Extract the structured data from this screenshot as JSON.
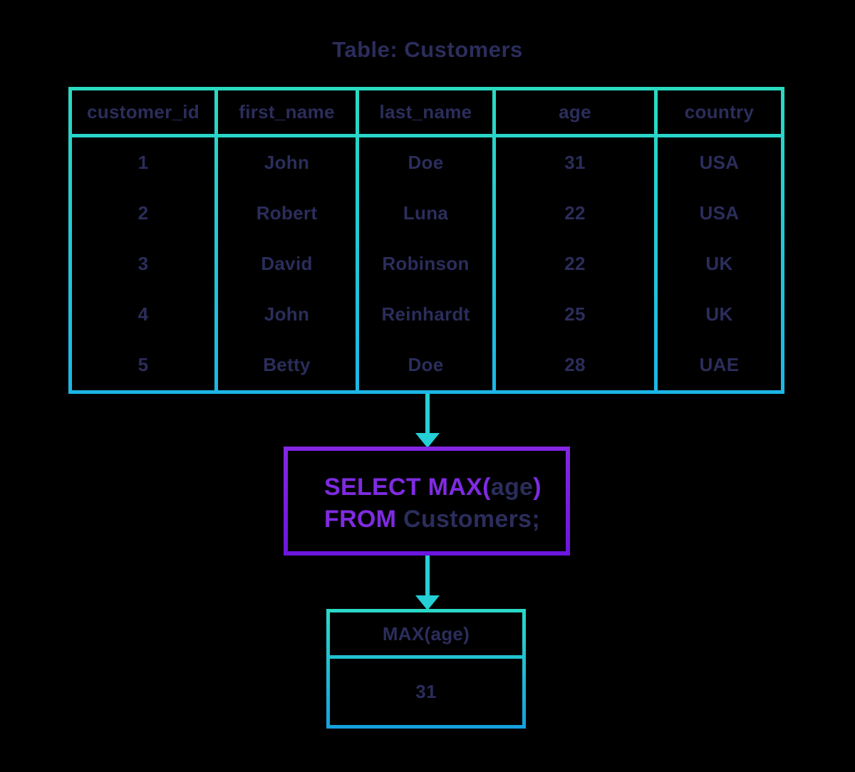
{
  "title": "Table: Customers",
  "table": {
    "columns": [
      "customer_id",
      "first_name",
      "last_name",
      "age",
      "country"
    ],
    "rows": [
      [
        "1",
        "John",
        "Doe",
        "31",
        "USA"
      ],
      [
        "2",
        "Robert",
        "Luna",
        "22",
        "USA"
      ],
      [
        "3",
        "David",
        "Robinson",
        "22",
        "UK"
      ],
      [
        "4",
        "John",
        "Reinhardt",
        "25",
        "UK"
      ],
      [
        "5",
        "Betty",
        "Doe",
        "28",
        "UAE"
      ]
    ]
  },
  "query": {
    "lines": [
      [
        {
          "text": "SELECT MAX(",
          "style": "keyword"
        },
        {
          "text": "age",
          "style": "plain"
        },
        {
          "text": ")",
          "style": "keyword"
        }
      ],
      [
        {
          "text": "FROM ",
          "style": "keyword"
        },
        {
          "text": "Customers;",
          "style": "plain"
        }
      ]
    ]
  },
  "result": {
    "header": "MAX(age)",
    "value": "31"
  },
  "colors": {
    "background": "#000000",
    "text_navy": "#2B2D5B",
    "keyword_purple": "#7F2BE0",
    "table_border_top": "#2ADBC2",
    "table_border_bottom": "#1CB6E8",
    "query_border_top": "#8527E2",
    "query_border_bottom": "#6C15DF",
    "result_border_top": "#2BD9C6",
    "result_border_bottom": "#16A0DF",
    "arrow": "#24CFD6"
  }
}
